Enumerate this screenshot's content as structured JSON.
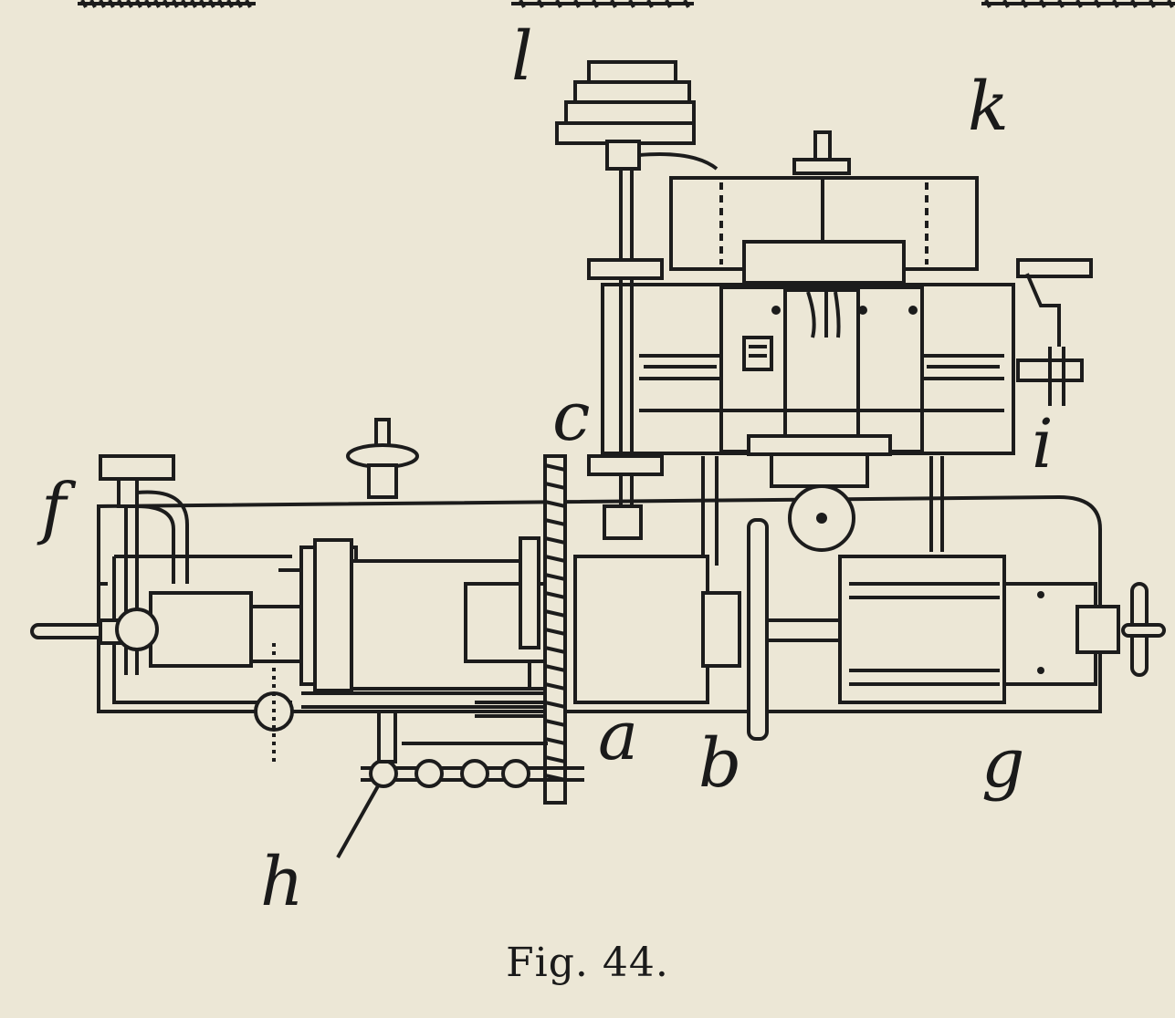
{
  "labels": {
    "a": "a",
    "b": "b",
    "c": "c",
    "f": "f",
    "g": "g",
    "h": "h",
    "i": "i",
    "k": "k",
    "l": "l"
  },
  "caption": "Fig. 44.",
  "colors": {
    "paper": "#ece7d6",
    "ink": "#1c1c1c"
  }
}
